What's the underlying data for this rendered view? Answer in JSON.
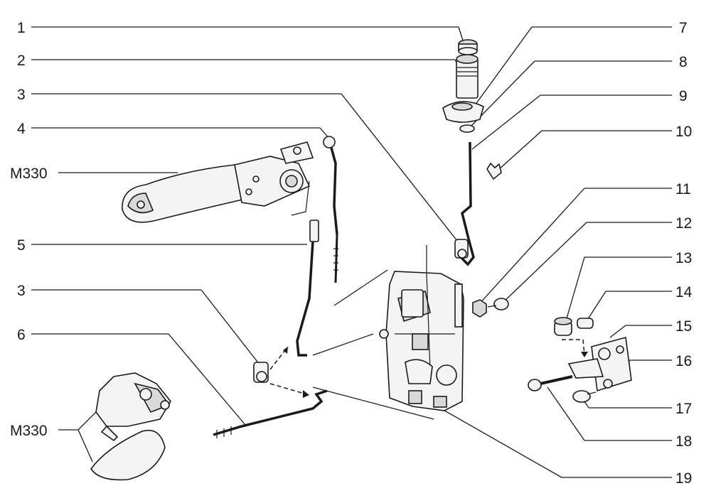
{
  "callouts": {
    "c1": "1",
    "c2": "2",
    "c3a": "3",
    "c4": "4",
    "c5": "5",
    "c3b": "3",
    "c6": "6",
    "c7": "7",
    "c8": "8",
    "c9": "9",
    "c10": "10",
    "c11": "11",
    "c12": "12",
    "c13": "13",
    "c14": "14",
    "c15": "15",
    "c16": "16",
    "c17": "17",
    "c18": "18",
    "c19": "19",
    "m330_top": "M330",
    "m330_bottom": "M330"
  }
}
